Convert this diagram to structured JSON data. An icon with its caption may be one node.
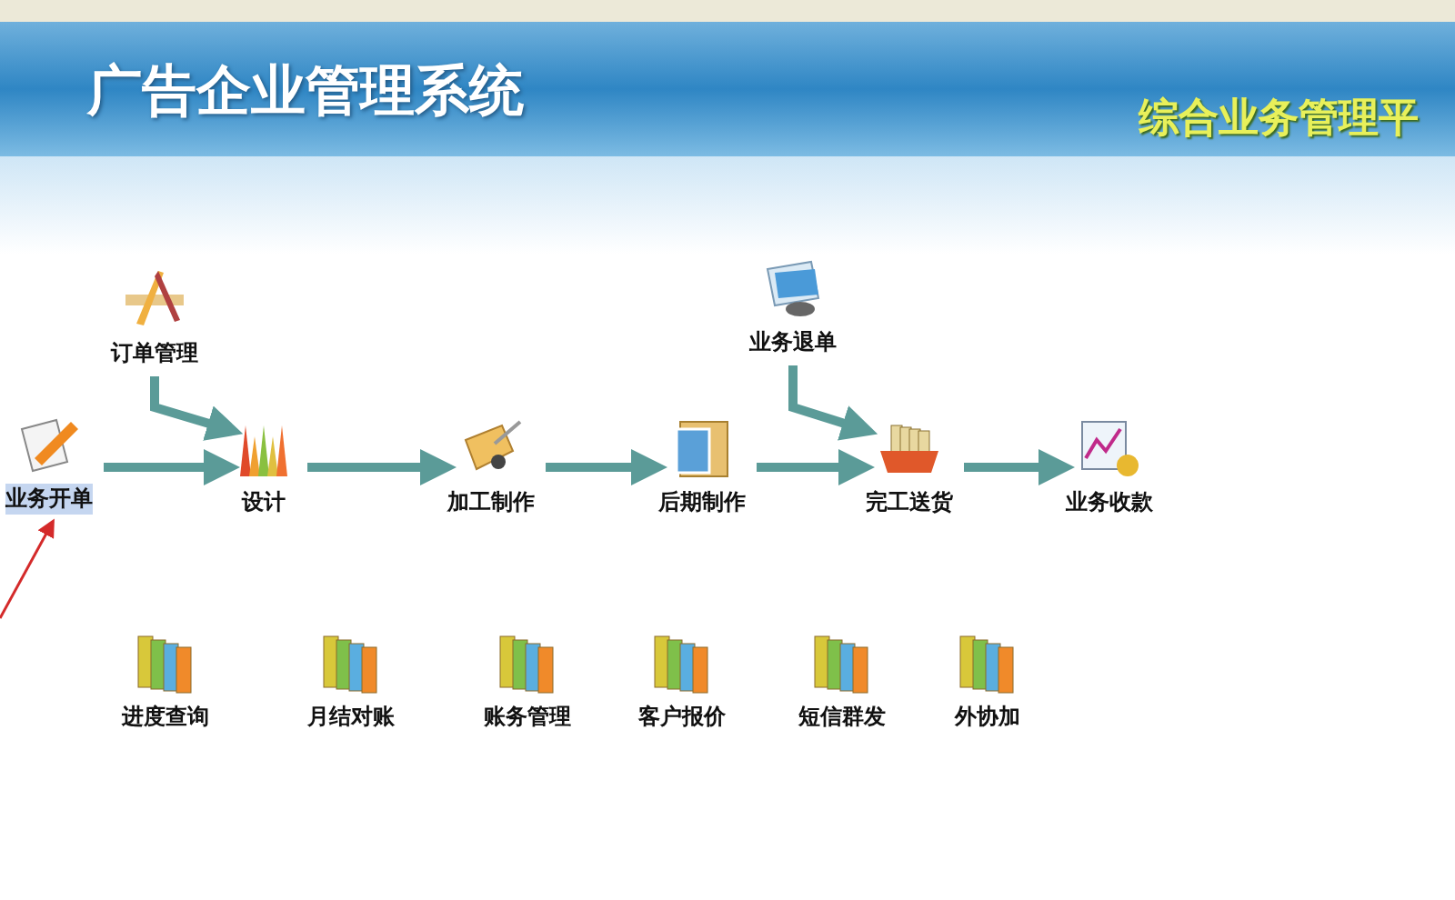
{
  "diagram": {
    "title": "广告企业管理系统",
    "nodes": [
      {
        "text": [
          "订单管理"
        ]
      },
      {
        "text": [
          "业务退单"
        ]
      },
      {
        "text": [
          "业务开单"
        ]
      },
      {
        "text": [
          "设计"
        ]
      },
      {
        "text": [
          "加工制作"
        ]
      },
      {
        "text": [
          "后期制作"
        ]
      },
      {
        "text": [
          "完工送货"
        ]
      },
      {
        "text": [
          "业务收款"
        ]
      },
      {
        "text": [
          "进度查询"
        ]
      },
      {
        "text": [
          "月结对账"
        ]
      },
      {
        "text": [
          "账务管理"
        ]
      },
      {
        "text": [
          "客户报价"
        ]
      },
      {
        "text": [
          "短信群发"
        ]
      },
      {
        "text": [
          "外协加"
        ]
      }
    ],
    "edges": [
      {
        "from": 0,
        "to": 3,
        "arrow": "to"
      },
      {
        "from": 1,
        "to": 6,
        "arrow": "to"
      },
      {
        "from": 2,
        "to": 3,
        "arrow": "to"
      },
      {
        "from": 3,
        "to": 4,
        "arrow": "to"
      },
      {
        "from": 4,
        "to": 5,
        "arrow": "to"
      },
      {
        "from": 5,
        "to": 6,
        "arrow": "to"
      },
      {
        "from": 6,
        "to": 7,
        "arrow": "to"
      },
      {
        "from": null,
        "to": 2,
        "arrow": "to",
        "color": "#d42a2a"
      }
    ],
    "labels": [
      "综合业务管理平"
    ]
  }
}
